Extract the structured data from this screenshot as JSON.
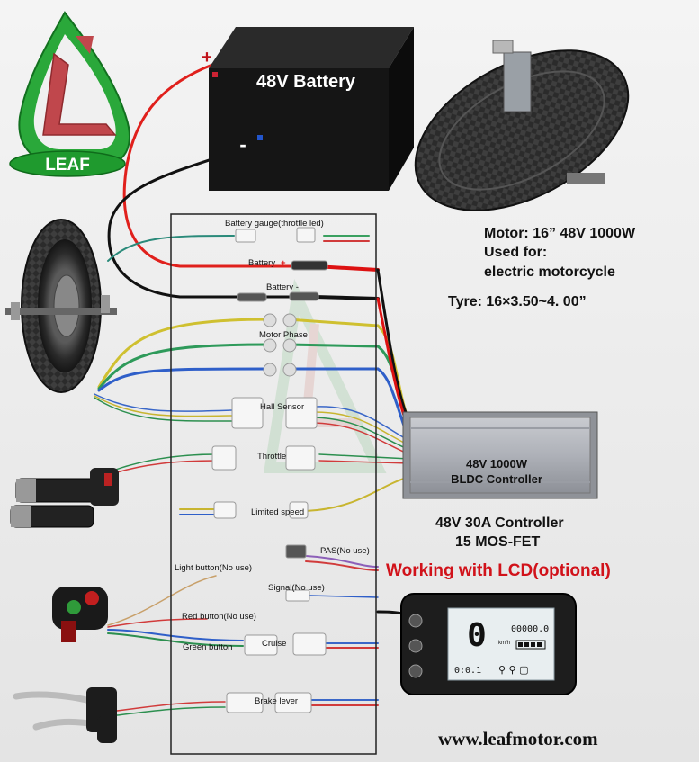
{
  "logo": {
    "text": "LEAF"
  },
  "battery": {
    "label": "48V Battery",
    "plus": "+",
    "minus": "-"
  },
  "motor_specs": {
    "line1": "Motor: 16” 48V 1000W",
    "line2": "Used for:",
    "line3": "electric motorcycle",
    "tyre": "Tyre: 16×3.50~4. 00”"
  },
  "controller": {
    "box_line1": "48V 1000W",
    "box_line2": "BLDC Controller",
    "spec_line1": "48V 30A Controller",
    "spec_line2": "15 MOS-FET"
  },
  "lcd_note": "Working with LCD(optional)",
  "lcd": {
    "speed": "0",
    "unit": "km/h",
    "odometer": "00000.0",
    "trip": "0:0.1"
  },
  "connectors": {
    "battery_gauge": "Battery gauge(throttle led)",
    "battery_plus": "Battery",
    "battery_plus_sign": "+",
    "battery_minus": "Battery -",
    "motor_phase": "Motor Phase",
    "hall_sensor": "Hall Sensor",
    "throttle": "Throttle",
    "limited_speed": "Limited speed",
    "pas": "PAS(No use)",
    "light_button": "Light button(No use)",
    "signal": "Signal(No use)",
    "red_button": "Red button(No use)",
    "green_button": "Green button",
    "cruise": "Cruise",
    "brake_lever": "Brake lever"
  },
  "website": "www.leafmotor.com",
  "colors": {
    "accent_red": "#d1121a",
    "wire_red": "#e0201c",
    "wire_black": "#111111",
    "leaf_green": "#1f9a2e"
  }
}
